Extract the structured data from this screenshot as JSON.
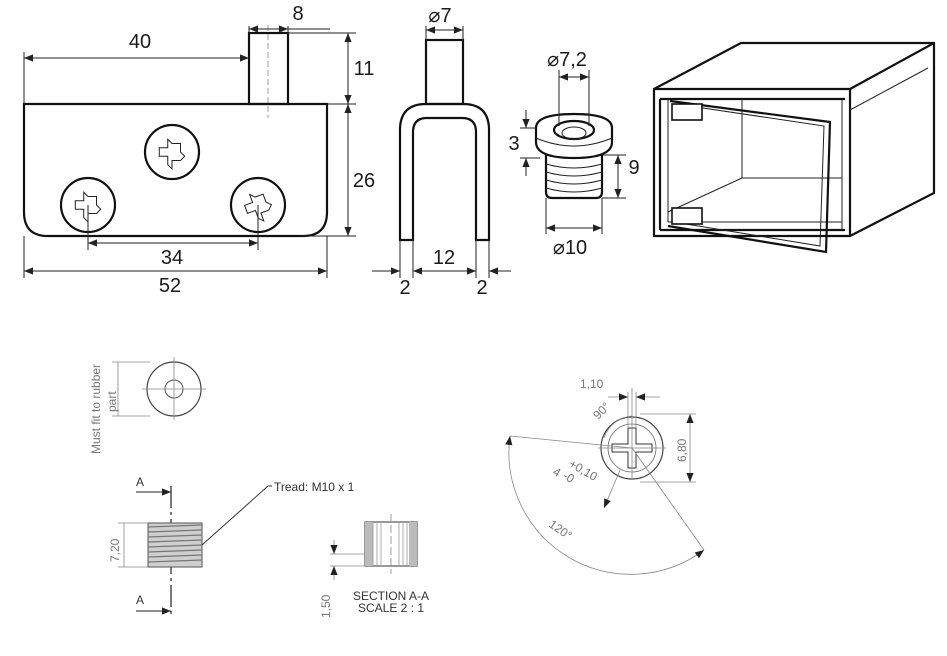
{
  "bracket_front": {
    "dim_top_width": "40",
    "dim_pin_width": "8",
    "dim_pin_height": "11",
    "dim_plate_height": "26",
    "dim_hole_spacing": "34",
    "dim_total_width": "52"
  },
  "bracket_side": {
    "dim_pin_dia": "⌀7",
    "dim_inner_gap": "12",
    "dim_left_thickness": "2",
    "dim_right_thickness": "2"
  },
  "bushing": {
    "dim_bore": "⌀7,2",
    "dim_flange": "3",
    "dim_body": "9",
    "dim_outer": "⌀10"
  },
  "rubber_note": {
    "line1": "Must fit to rubber",
    "line2": "part"
  },
  "thread_view": {
    "section_marker_top": "A",
    "section_marker_bottom": "A",
    "thread_label": "Tread: M10 x 1",
    "dim_height": "7,20"
  },
  "section_view": {
    "title": "SECTION A-A",
    "scale": "SCALE 2 : 1",
    "dim_depth": "1,50"
  },
  "slot_detail": {
    "dim_slot_width": "1,10",
    "dim_angle_small": "90°",
    "dim_height": "6,80",
    "dim_depth_main": "4",
    "dim_tol_plus": "+0,10",
    "dim_tol_minus": "-0",
    "dim_angle_large": "120°"
  }
}
